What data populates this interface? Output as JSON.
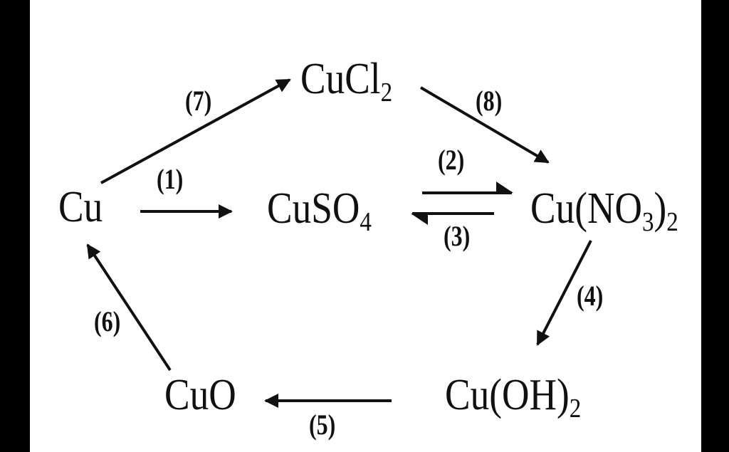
{
  "diagram": {
    "ink_color": "#111111",
    "background_color": "#ffffff",
    "border_color": "#000000",
    "compounds": {
      "cu": "Cu",
      "cucl2": {
        "base": "CuCl",
        "sub": "2"
      },
      "cuso4": {
        "base": "CuSO",
        "sub": "4"
      },
      "cuno32": {
        "base": "Cu(NO",
        "sub1": "3",
        "mid": ")",
        "sub2": "2"
      },
      "cuoh2": {
        "base": "Cu(OH)",
        "sub": "2"
      },
      "cuo": "CuO"
    },
    "steps": {
      "s1": "(1)",
      "s2": "(2)",
      "s3": "(3)",
      "s4": "(4)",
      "s5": "(5)",
      "s6": "(6)",
      "s7": "(7)",
      "s8": "(8)"
    }
  }
}
